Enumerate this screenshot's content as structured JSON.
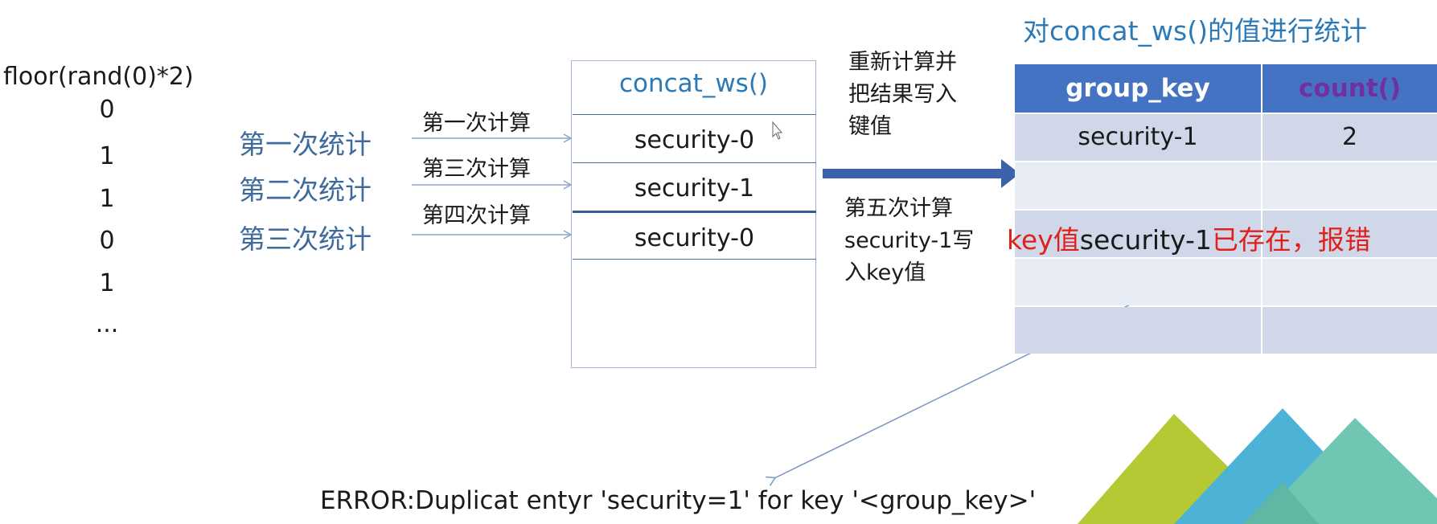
{
  "left": {
    "title": "floor(rand(0)*2)",
    "values": [
      "0",
      "1",
      "1",
      "0",
      "1",
      "..."
    ]
  },
  "stats": [
    "第一次统计",
    "第二次统计",
    "第三次统计"
  ],
  "calcs": [
    "第一次计算",
    "第三次计算",
    "第四次计算"
  ],
  "concat_box": {
    "title": "concat_ws()",
    "rows": [
      "security-0",
      "security-1",
      "security-0"
    ]
  },
  "notes": {
    "recompute": [
      "重新计算并",
      "把结果写入",
      "键值"
    ],
    "fifth": [
      "第五次计算",
      "security-1写",
      "入key值"
    ]
  },
  "table": {
    "title": "对concat_ws()的值进行统计",
    "headers": [
      "group_key",
      "count()"
    ],
    "row1": [
      "security-1",
      "2"
    ]
  },
  "key_error": {
    "prefix": "key值",
    "key": "security-1",
    "suffix": "已存在，报错"
  },
  "error_message": "ERROR:Duplicat entyr 'security=1' for key '<group_key>'",
  "colors": {
    "stat_blue": "#3f6a9c",
    "title_blue": "#2b7ab8",
    "header_blue": "#4573c4",
    "count_header": "#7030a0",
    "error_red": "#e0201a",
    "big_arrow": "#3b62a8"
  }
}
